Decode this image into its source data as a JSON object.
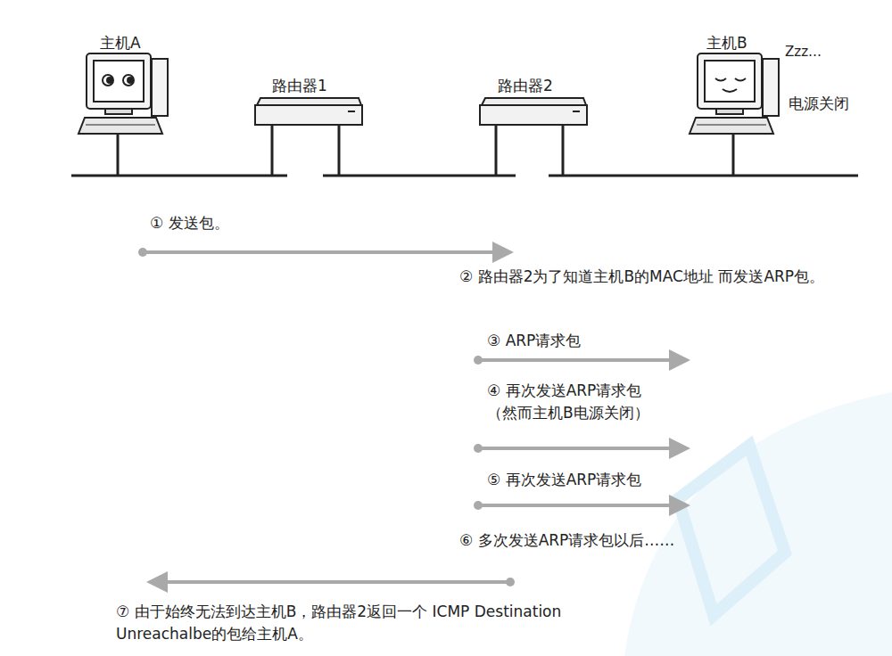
{
  "diagram": {
    "labels": [
      "主机A",
      "路由器1",
      "路由器2",
      "主机B",
      "Zzz…",
      "电源关闭",
      "① 发送包。",
      "② 路由器2为了知道主机B的MAC地址 而发送ARP包。",
      "③ ARP请求包",
      "④ 再次发送ARP请求包 （然而主机B电源关闭）",
      "⑤ 再次发送ARP请求包",
      "⑥ 多次发送ARP请求包以后……",
      "⑦ 由于始终无法到达主机B，路由器2返回一个 ICMP Destination Unreachalbe的包给主机A。"
    ]
  }
}
